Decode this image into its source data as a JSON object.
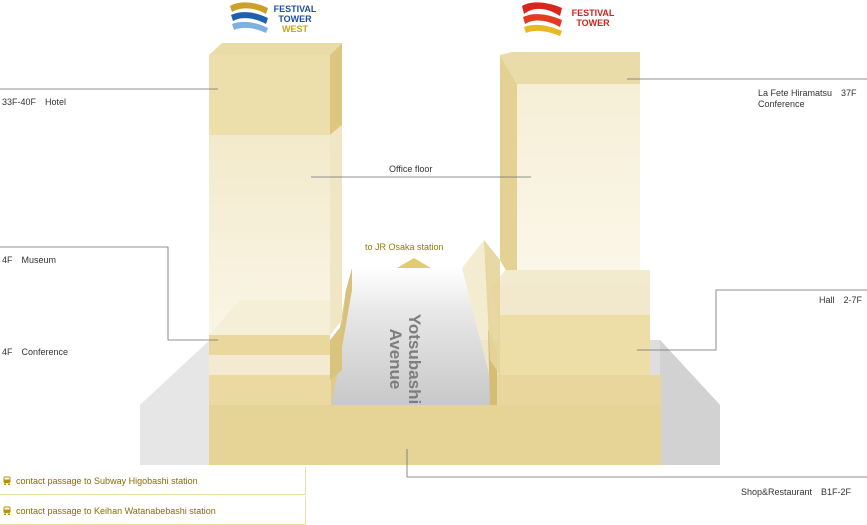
{
  "logos": {
    "west": {
      "line1": "FESTIVAL",
      "line2": "TOWER",
      "line3": "WEST",
      "color_gold": "#c9a227",
      "color_blue": "#1f5fae"
    },
    "east": {
      "line1": "FESTIVAL",
      "line2": "TOWER",
      "color_red": "#d9261c",
      "color_gold": "#e8b923"
    }
  },
  "labels": {
    "hotel": "33F-40F　Hotel",
    "la_fete": "La Fete Hiramatsu　37F\nConference",
    "office": "Office floor",
    "jr": "to JR Osaka station",
    "museum": "4F　Museum",
    "hall": "Hall　2-7F",
    "conference": "4F　Conference",
    "shop": "Shop&Restaurant　B1F-2F"
  },
  "avenue": "Yotsubashi\nAvenue",
  "passages": [
    {
      "text": "contact passage to Subway Higobashi station",
      "icon": "train-icon"
    },
    {
      "text": "contact passage to Keihan Watanabebashi station",
      "icon": "train-icon"
    }
  ],
  "colors": {
    "base_gray": "#dcdcdc",
    "gold_dark": "#e2cd85",
    "gold_mid": "#ebdca6",
    "gold_light": "#f5eed4",
    "road": "#cfcfcf",
    "line": "#6e6e6e",
    "text_gold": "#9a7b00"
  }
}
